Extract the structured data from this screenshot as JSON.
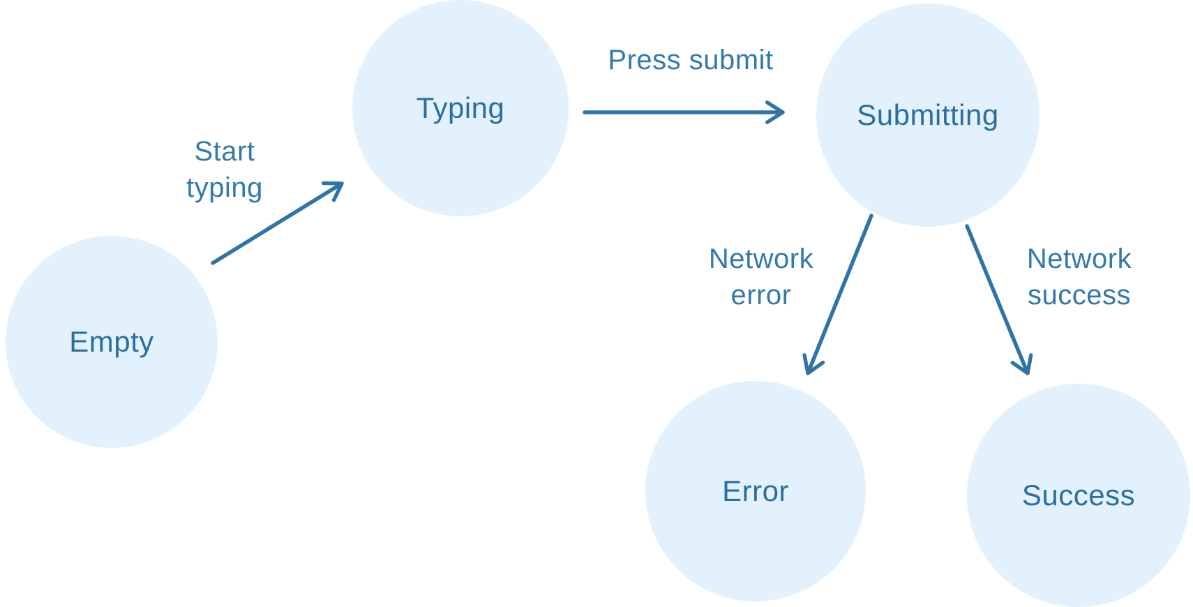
{
  "diagram": {
    "type": "state-machine",
    "colors": {
      "background": "#ffffff",
      "node_fill": "#e3f1fc",
      "node_text": "#2c6f9f",
      "edge": "#2e74a6",
      "edge_label": "#3579aa"
    },
    "nodes": [
      {
        "id": "empty",
        "label": "Empty"
      },
      {
        "id": "typing",
        "label": "Typing"
      },
      {
        "id": "submitting",
        "label": "Submitting"
      },
      {
        "id": "error",
        "label": "Error"
      },
      {
        "id": "success",
        "label": "Success"
      }
    ],
    "edges": [
      {
        "id": "start-typing",
        "from": "Empty",
        "to": "Typing",
        "label": "Start typing",
        "label_lines": {
          "line1": "Start",
          "line2": "typing"
        }
      },
      {
        "id": "press-submit",
        "from": "Typing",
        "to": "Submitting",
        "label": "Press submit",
        "label_lines": {
          "line1": "Press submit",
          "line2": ""
        }
      },
      {
        "id": "network-error",
        "from": "Submitting",
        "to": "Error",
        "label": "Network error",
        "label_lines": {
          "line1": "Network",
          "line2": "error"
        }
      },
      {
        "id": "network-success",
        "from": "Submitting",
        "to": "Success",
        "label": "Network success",
        "label_lines": {
          "line1": "Network",
          "line2": "success"
        }
      }
    ]
  }
}
